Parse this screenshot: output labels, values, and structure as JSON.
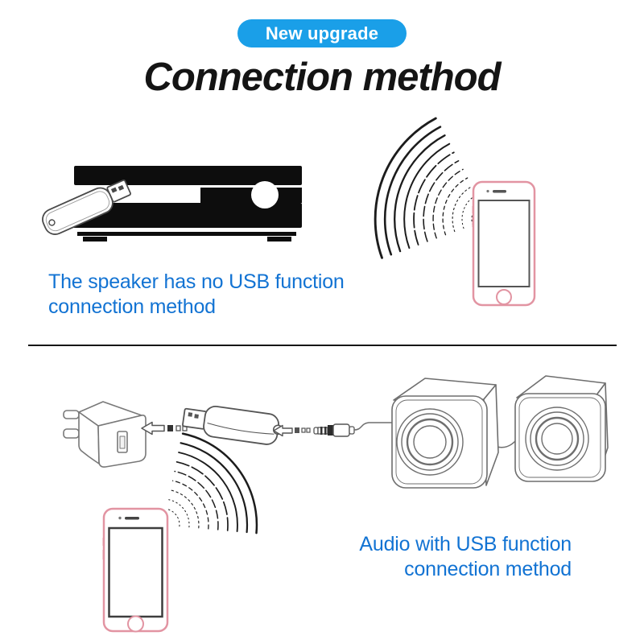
{
  "badge": {
    "label": "New upgrade"
  },
  "title": "Connection method",
  "top_section": {
    "caption": {
      "line1": "The speaker has no USB function",
      "line2": "connection method"
    }
  },
  "bottom_section": {
    "caption": {
      "line1": "Audio with USB function",
      "line2": "connection method"
    }
  },
  "colors": {
    "badge_bg": "#1a9fe8",
    "badge_text": "#ffffff",
    "caption_blue": "#1273d3",
    "title_black": "#141414",
    "phone_outline_pink": "#e294a2",
    "soundbar_black": "#0d0d0d",
    "lineart_gray": "#5f5f5f",
    "divider_black": "#161616"
  },
  "icons": {
    "soundbar": "black-soundbar-with-white-stripes-and-knob",
    "usb_stick_top": "usb-dongle-plugging-into-soundbar",
    "signal_waves_top": "wireless-signal-arcs-from-phone",
    "smartphone_top": "pink-outline-smartphone",
    "wall_charger": "usb-wall-charger-outline",
    "arrow_left_1": "plug-direction-left-arrow",
    "usb_receiver": "usb-bluetooth-receiver-outline",
    "arrow_left_2": "plug-direction-left-arrow",
    "aux_jack": "3.5mm-audio-jack-with-cable",
    "speakers": "two-cube-stereo-speakers-outline",
    "signal_waves_bottom": "wireless-signal-arcs-from-phone",
    "smartphone_bottom": "pink-outline-smartphone"
  }
}
